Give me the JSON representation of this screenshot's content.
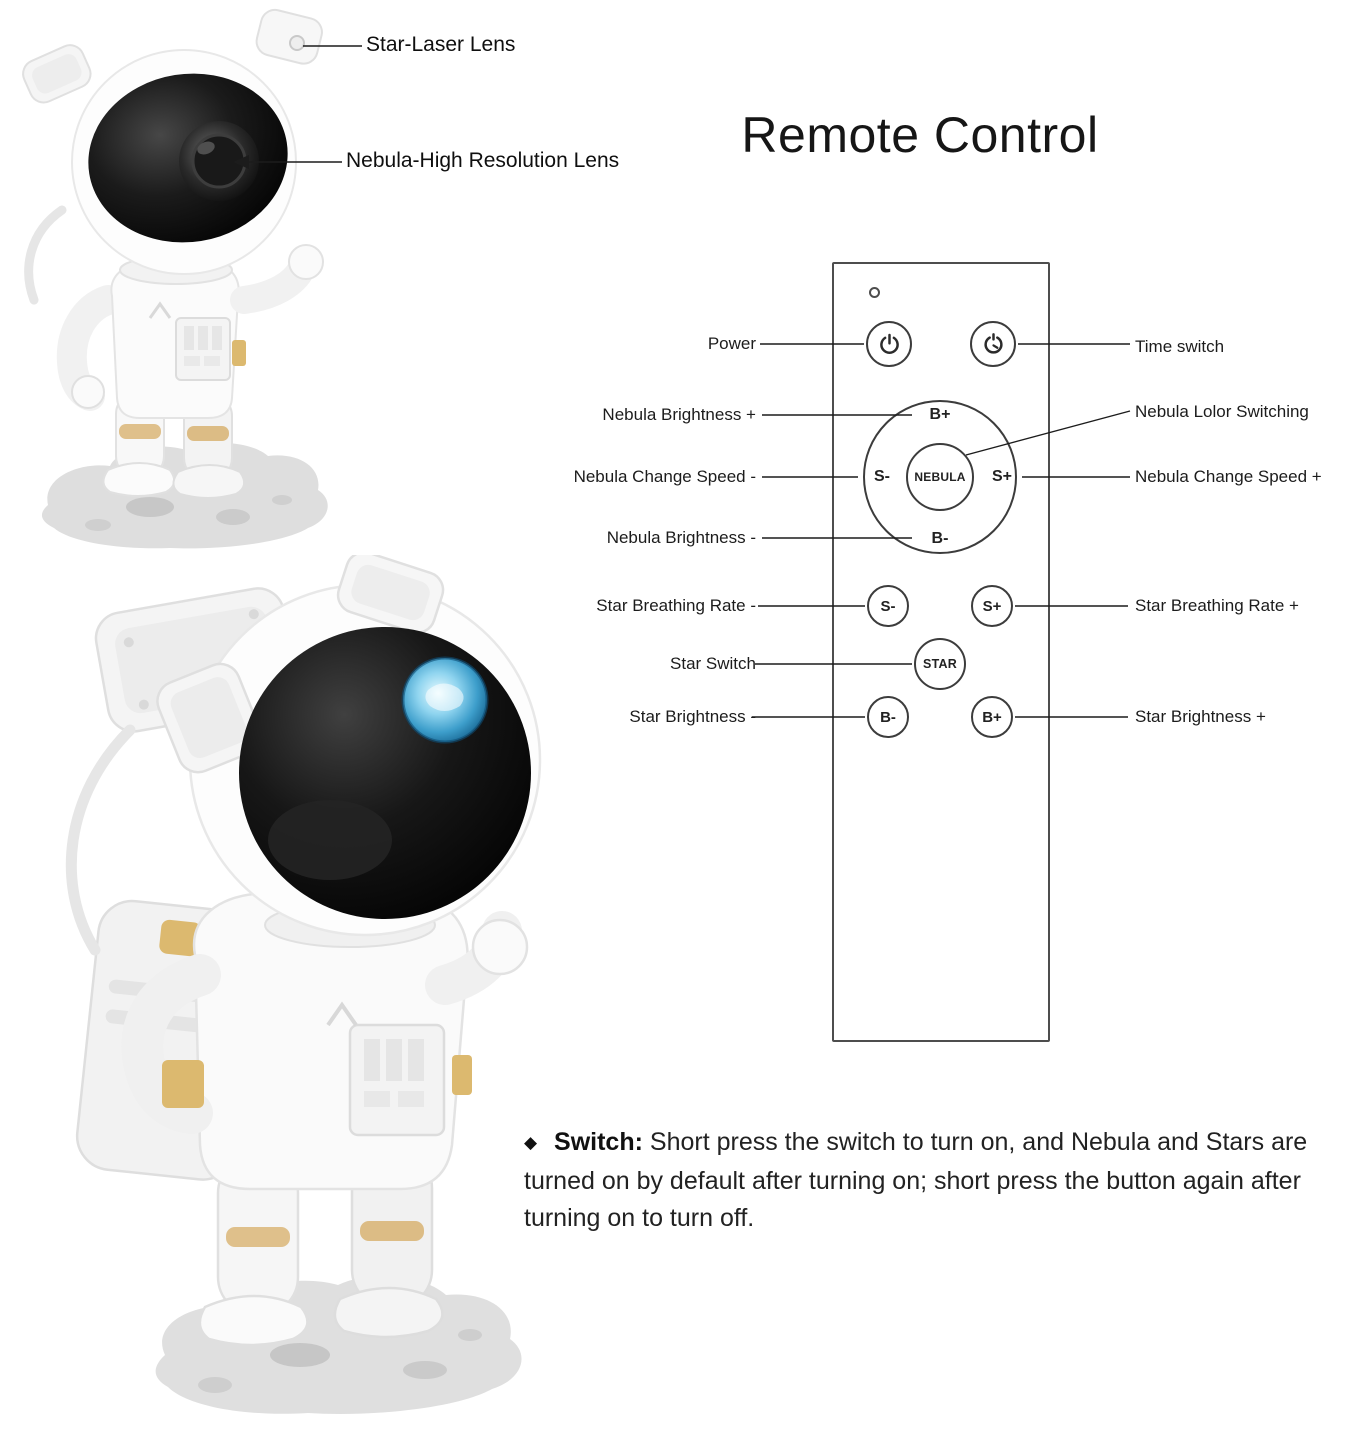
{
  "product": {
    "callouts": [
      {
        "label": "Star-Laser Lens"
      },
      {
        "label": "Nebula-High Resolution Lens"
      }
    ]
  },
  "remote": {
    "title": "Remote Control",
    "left_labels": [
      "Power",
      "Nebula Brightness +",
      "Nebula Change Speed -",
      "Nebula Brightness -",
      "Star Breathing Rate -",
      "Star Switch",
      "Star Brightness -"
    ],
    "right_labels": [
      "Time switch",
      "Nebula Lolor Switching",
      "Nebula Change Speed +",
      "Star Breathing Rate +",
      "Star Brightness +"
    ],
    "pad": {
      "top": "B+",
      "left": "S-",
      "center": "NEBULA",
      "right": "S+",
      "bottom": "B-"
    },
    "star_buttons": {
      "s_minus": "S-",
      "s_plus": "S+",
      "star": "STAR",
      "b_minus": "B-",
      "b_plus": "B+"
    },
    "icons": {
      "power": "power-icon",
      "time_switch": "timer-clock-icon"
    }
  },
  "instructions": {
    "bullet": "◆",
    "heading": "Switch:",
    "body": "Short press the switch to turn on, and Nebula and Stars are turned on by default after turning on; short press the button again after turning on to turn off."
  },
  "colors": {
    "line": "#1c1c1c",
    "remote_outline": "#4d4d4d",
    "accent_gold": "#dcb96f",
    "visor_black": "#111111",
    "lens_blue": "#7cc8e8",
    "rock_gray": "#dedede"
  }
}
